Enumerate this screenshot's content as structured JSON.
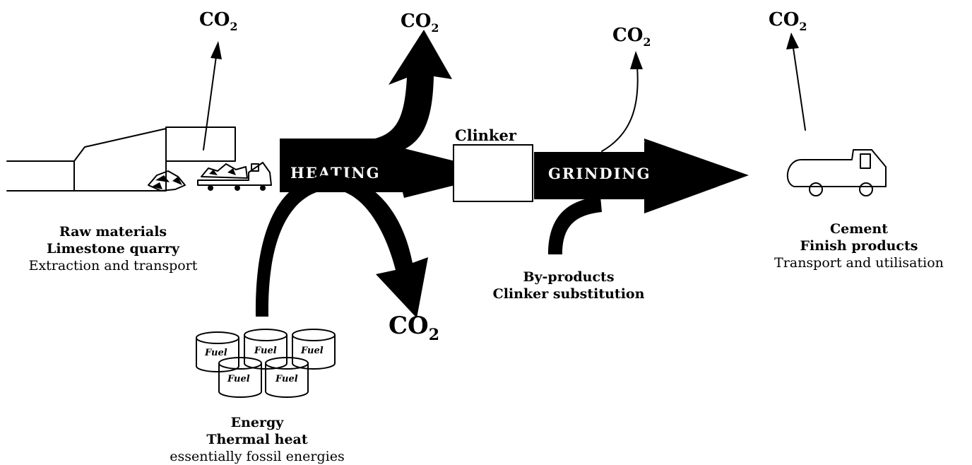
{
  "co2_label": "CO",
  "co2_subscript": "2",
  "raw_materials": {
    "title": "Raw materials",
    "subtitle": "Limestone quarry",
    "detail": "Extraction and transport"
  },
  "heating_label": "HEATING",
  "clinker_label": "Clinker",
  "grinding_label": "GRINDING",
  "byproducts": {
    "title": "By-products",
    "subtitle": "Clinker substitution"
  },
  "cement": {
    "title": "Cement",
    "subtitle": "Finish products",
    "detail": "Transport and utilisation"
  },
  "energy": {
    "title": "Energy",
    "subtitle": "Thermal heat",
    "detail": "essentially fossil energies"
  },
  "fuel_label": "Fuel"
}
